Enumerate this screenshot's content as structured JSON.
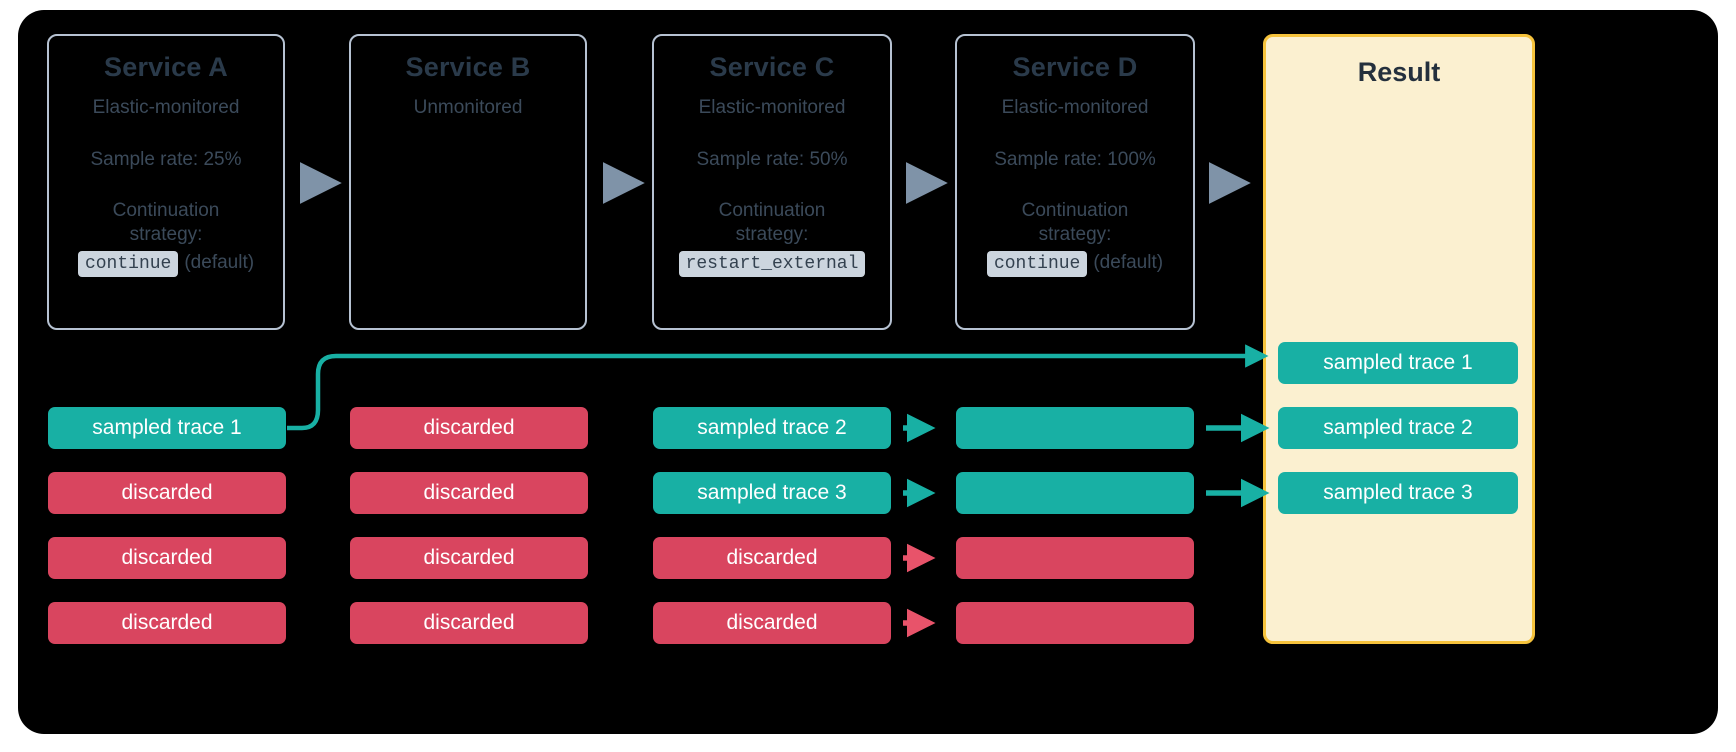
{
  "theme": {
    "panel_bg": "#000000",
    "page_bg": "#ffffff",
    "service_border": "#b6c2d2",
    "service_text": "#3b4a5a",
    "service_title": "#2a3a4a",
    "code_bg": "#ccd5de",
    "sampled_color": "#18b0a4",
    "discarded_color": "#d9455f",
    "result_bg": "#fbf0d0",
    "result_border": "#f6c33c",
    "arrow_grey": "#7f93a8"
  },
  "services": [
    {
      "title": "Service A",
      "monitoring": "Elastic-monitored",
      "sample_rate": "Sample rate: 25%",
      "strategy_label_line1": "Continuation",
      "strategy_label_line2": "strategy:",
      "strategy_code": "continue",
      "strategy_note": "(default)",
      "has_strategy": true
    },
    {
      "title": "Service B",
      "monitoring": "Unmonitored",
      "sample_rate": "",
      "strategy_label_line1": "",
      "strategy_label_line2": "",
      "strategy_code": "",
      "strategy_note": "",
      "has_strategy": false
    },
    {
      "title": "Service C",
      "monitoring": "Elastic-monitored",
      "sample_rate": "Sample rate: 50%",
      "strategy_label_line1": "Continuation",
      "strategy_label_line2": "strategy:",
      "strategy_code": "restart_external",
      "strategy_note": "",
      "has_strategy": true
    },
    {
      "title": "Service D",
      "monitoring": "Elastic-monitored",
      "sample_rate": "Sample rate: 100%",
      "strategy_label_line1": "Continuation",
      "strategy_label_line2": "strategy:",
      "strategy_code": "continue",
      "strategy_note": "(default)",
      "has_strategy": true
    }
  ],
  "result": {
    "title": "Result",
    "items": [
      {
        "label": "sampled trace 1"
      },
      {
        "label": "sampled trace 2"
      },
      {
        "label": "sampled trace 3"
      }
    ]
  },
  "trace_columns": [
    {
      "service": "Service A",
      "rows": [
        {
          "label": "sampled trace 1",
          "state": "sampled"
        },
        {
          "label": "discarded",
          "state": "discarded"
        },
        {
          "label": "discarded",
          "state": "discarded"
        },
        {
          "label": "discarded",
          "state": "discarded"
        }
      ]
    },
    {
      "service": "Service B",
      "rows": [
        {
          "label": "discarded",
          "state": "discarded"
        },
        {
          "label": "discarded",
          "state": "discarded"
        },
        {
          "label": "discarded",
          "state": "discarded"
        },
        {
          "label": "discarded",
          "state": "discarded"
        }
      ]
    },
    {
      "service": "Service C",
      "rows": [
        {
          "label": "sampled trace 2",
          "state": "sampled"
        },
        {
          "label": "sampled trace 3",
          "state": "sampled"
        },
        {
          "label": "discarded",
          "state": "discarded"
        },
        {
          "label": "discarded",
          "state": "discarded"
        }
      ]
    },
    {
      "service": "Service D",
      "rows": [
        {
          "label": "",
          "state": "sampled"
        },
        {
          "label": "",
          "state": "sampled"
        },
        {
          "label": "",
          "state": "discarded"
        },
        {
          "label": "",
          "state": "discarded"
        }
      ]
    }
  ],
  "connectors": {
    "service_arrows_count": 4,
    "cd_arrows": [
      {
        "state": "sampled"
      },
      {
        "state": "sampled"
      },
      {
        "state": "discarded"
      },
      {
        "state": "discarded"
      }
    ],
    "d_result_arrows": [
      {
        "state": "sampled"
      },
      {
        "state": "sampled"
      }
    ],
    "a_result_curve": {
      "state": "sampled"
    }
  }
}
